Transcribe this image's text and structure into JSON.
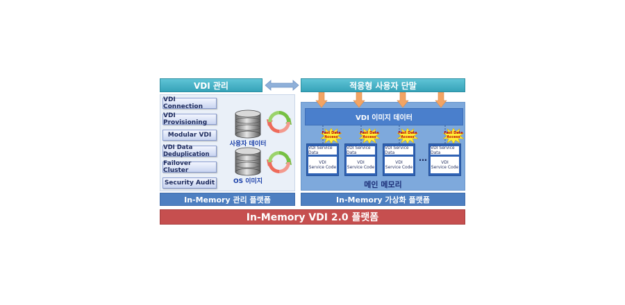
{
  "header": {
    "vdi_mgmt": "VDI 관리",
    "adaptive_terminal": "적응형 사용자 단말"
  },
  "left": {
    "modules": [
      "VDI Connection",
      "VDI Provisioning",
      "Modular VDI",
      "VDI Data Deduplication",
      "Failover Cluster",
      "Security Audit"
    ],
    "db_user_label": "사용자 데이터",
    "db_os_label": "OS 이미지",
    "platform_label": "In-Memory 관리 플랫폼"
  },
  "right": {
    "image_data_label": "VDI 이미지 데이터",
    "fast_access": "Fast Data Access",
    "vm_service_data": "VDI Service Data",
    "vm_service_code_1": "VDI",
    "vm_service_code_2": "Service Code",
    "dots": "…",
    "ram_label": "메인 메모리",
    "platform_label": "In-Memory 가상화 플랫폼"
  },
  "footer": {
    "title": "In-Memory VDI 2.0 플랫폼"
  },
  "colors": {
    "header_teal": "#36a3b9",
    "panel_blue": "#7ea9dc",
    "bar_blue": "#4d7fc1",
    "bar_red": "#c64f4f",
    "arrow_orange": "#f3a463",
    "burst_yellow": "#ffef3a"
  }
}
